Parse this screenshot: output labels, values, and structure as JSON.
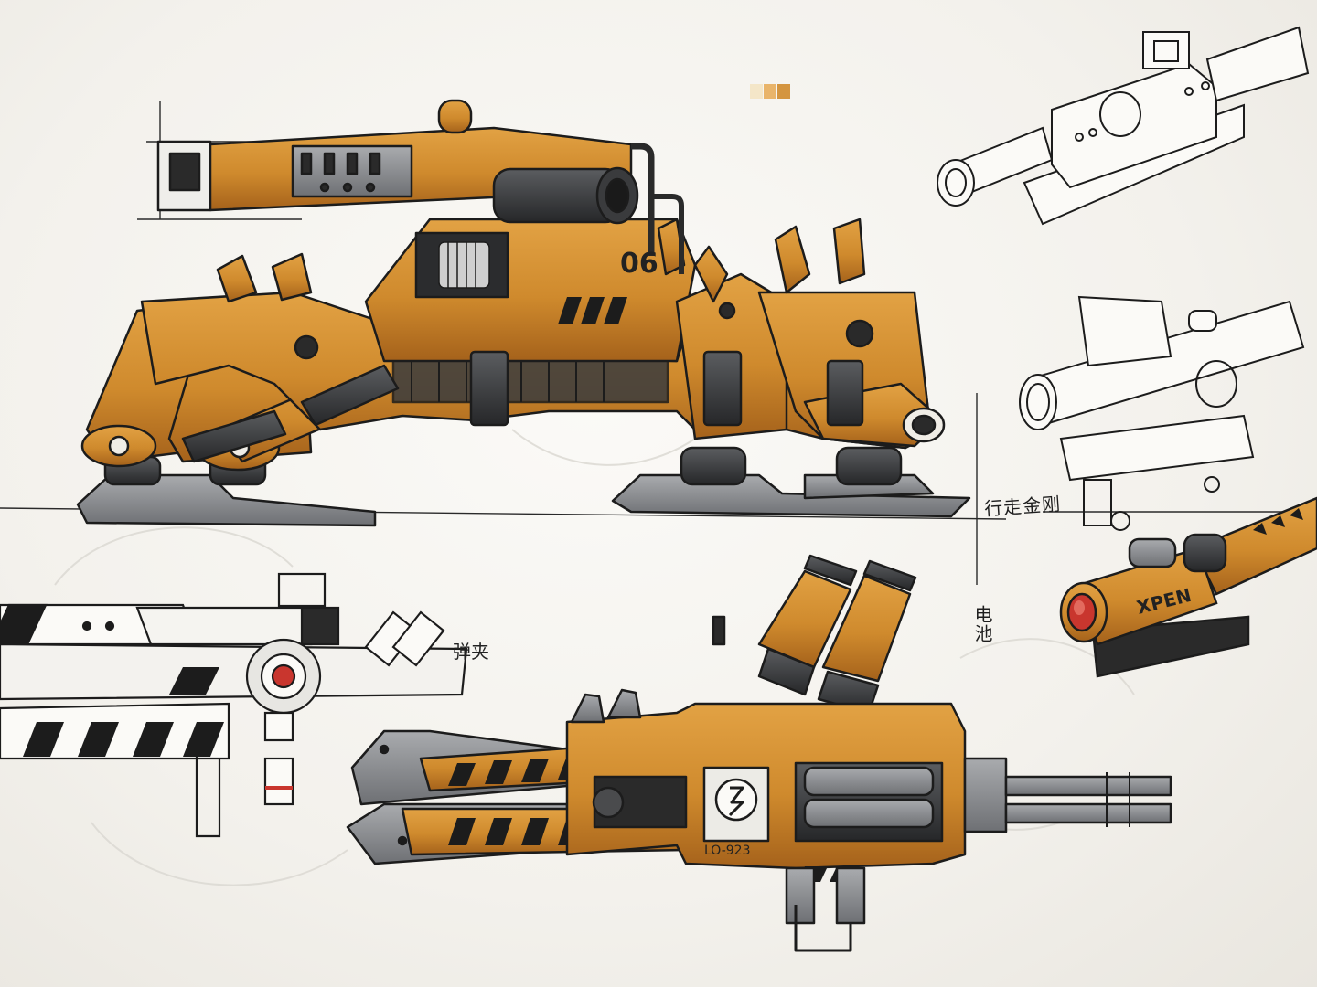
{
  "sheet": {
    "walker_number": "06",
    "walker_note": "行走金刚",
    "battery_note": "电池",
    "magazine_note": "弹夹",
    "gun_code": "LO-923",
    "scope_brand": "XPEN"
  },
  "colors": {
    "marker_orange": "#d08a2c",
    "marker_orange_dark": "#a9641a",
    "marker_grey": "#8c8f93",
    "marker_black": "#2a2a2a",
    "paper": "#f7f6f2"
  }
}
